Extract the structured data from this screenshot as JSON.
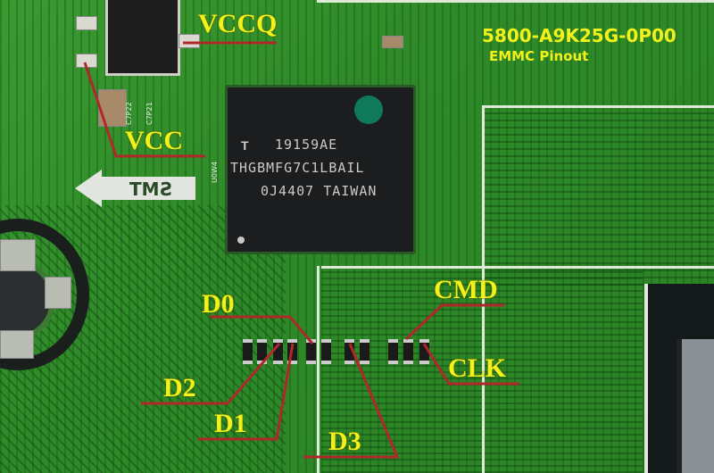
{
  "title": {
    "part_number": "5800-A9K25G-0P00",
    "subtitle": "EMMC Pinout"
  },
  "chip": {
    "line1": "19159AE",
    "line2": "THGBMFG7C1LBAIL",
    "line3": "0J4407 TAIWAN",
    "logo": "T"
  },
  "silkscreen": {
    "smt_arrow": "SMT",
    "chip_ref": "U0W4",
    "cap_labels": [
      "C7P22",
      "C7P21"
    ]
  },
  "pinout_labels": {
    "vccq": "VCCQ",
    "vcc": "VCC",
    "d0": "D0",
    "d1": "D1",
    "d2": "D2",
    "d3": "D3",
    "cmd": "CMD",
    "clk": "CLK"
  },
  "colors": {
    "label_text": "#f2f21a",
    "leader_line": "#b0282a",
    "board_green": "#2f8a2a"
  }
}
